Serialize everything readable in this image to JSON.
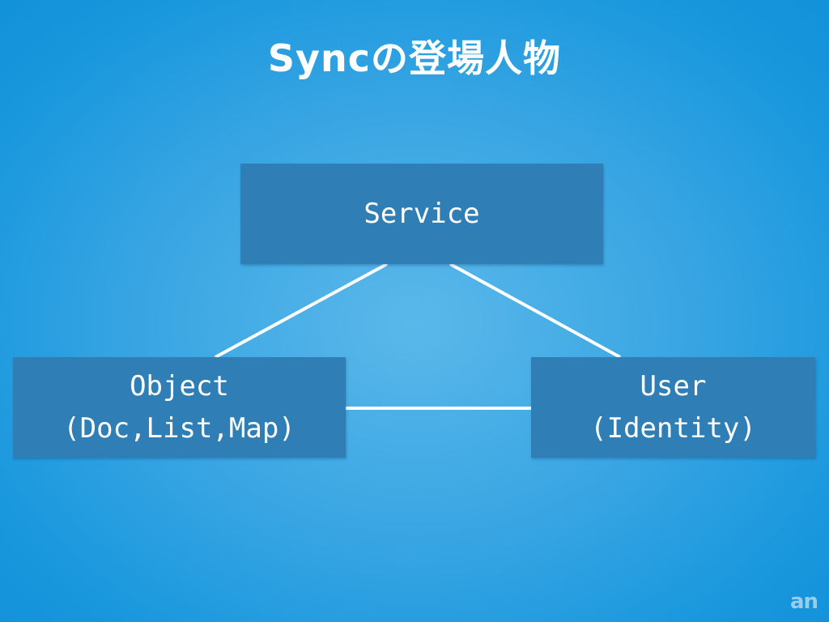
{
  "slide": {
    "title": "Syncの登場人物"
  },
  "nodes": {
    "service": {
      "line1": "Service"
    },
    "object": {
      "line1": "Object",
      "line2": "(Doc,List,Map)"
    },
    "user": {
      "line1": "User",
      "line2": "(Identity)"
    }
  },
  "edges": [
    {
      "from": "service",
      "to": "object"
    },
    {
      "from": "service",
      "to": "user"
    },
    {
      "from": "object",
      "to": "user"
    }
  ],
  "watermark": "an",
  "colors": {
    "background_center": "#5ab8ea",
    "background_edge": "#1191d8",
    "node_fill": "#2f7fb6",
    "text": "#ffffff",
    "connector": "#ffffff"
  }
}
